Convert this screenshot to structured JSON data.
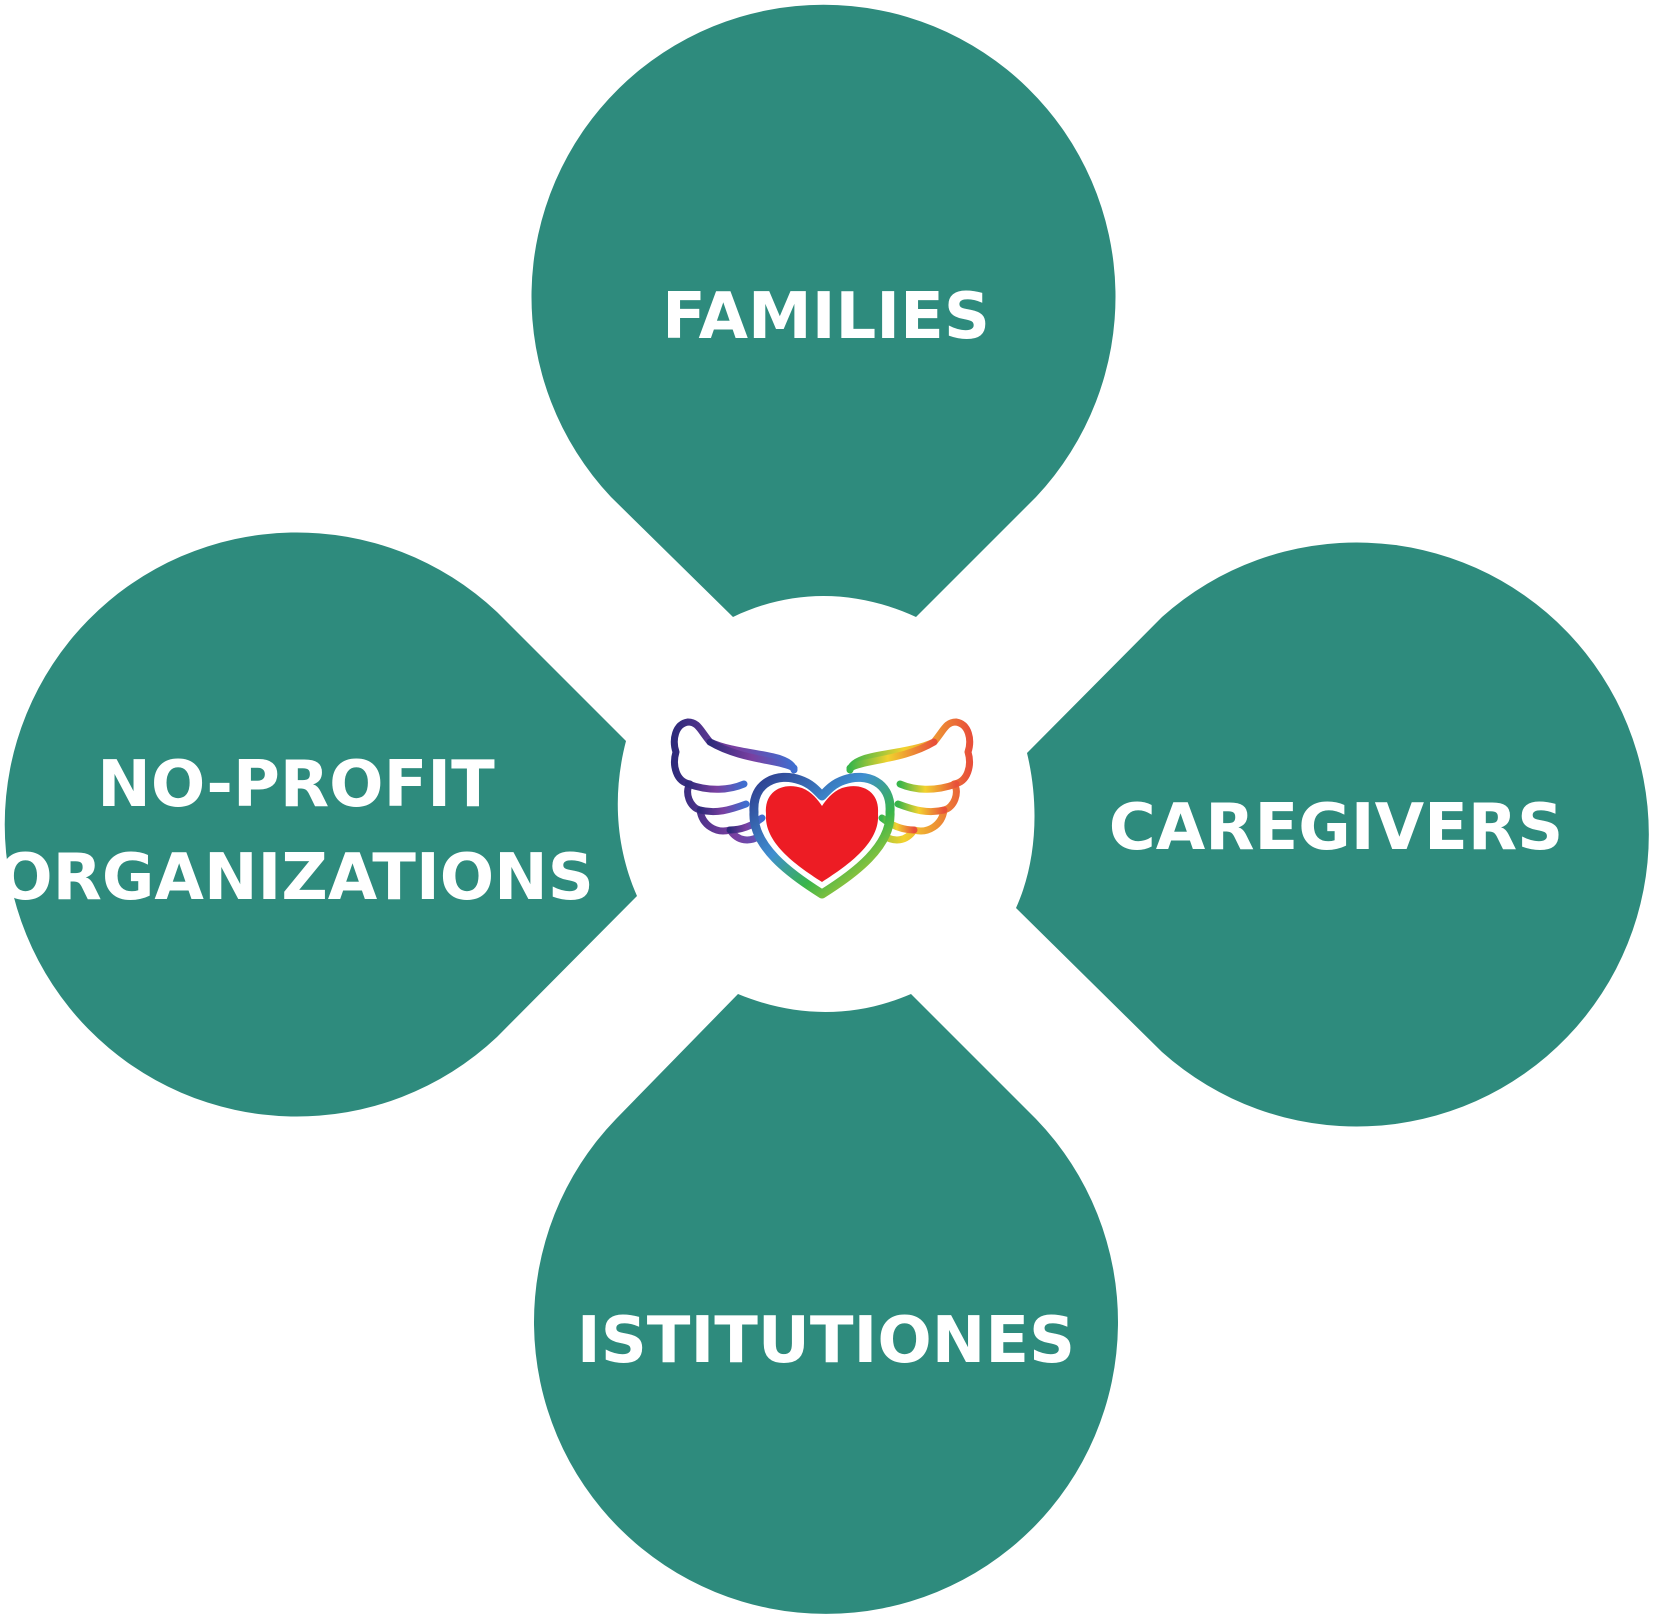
{
  "diagram": {
    "petal_color": "#2e8b7d",
    "label_color": "#ffffff",
    "petals": {
      "top": {
        "label_lines": [
          "FAMILIES"
        ]
      },
      "right": {
        "label_lines": [
          "CAREGIVERS"
        ]
      },
      "bottom": {
        "label_lines": [
          "ISTITUTIONES"
        ]
      },
      "left": {
        "label_lines": [
          "NO-PROFIT",
          "ORGANIZATIONS"
        ]
      }
    },
    "center": {
      "logo": "heart-with-wings-logo",
      "heart_color": "#ed1c24",
      "wing_colors": [
        "#3b2a8c",
        "#7a3fa0",
        "#3e8ed0",
        "#39b54a",
        "#f2d22e",
        "#f7941d",
        "#e8503a"
      ]
    }
  }
}
